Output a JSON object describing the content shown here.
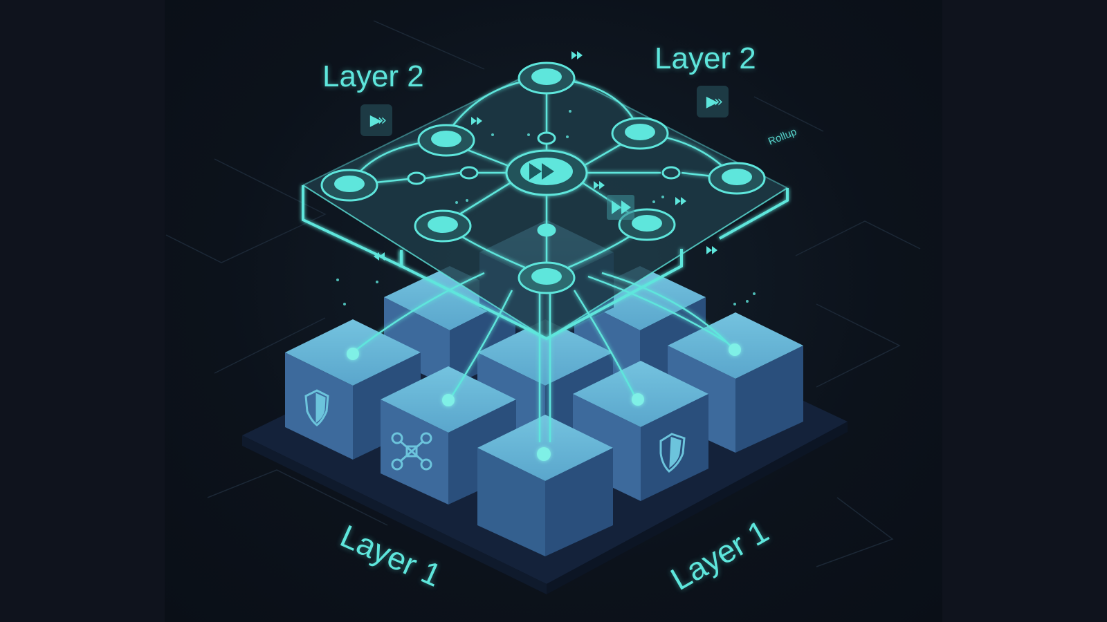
{
  "illustration": {
    "subject": "Layer 2 rollup network over Layer 1 blockchain blocks",
    "colors": {
      "background": "#0f131d",
      "accent_glow": "#5ee6dc",
      "cube_top": "#6cb8d8",
      "cube_side_light": "#3d6a9c",
      "cube_side_dark": "#2a4f7c",
      "base_plate": "#16263a",
      "platform_fill": "#1e3c48"
    }
  },
  "labels": {
    "layer2_left": "Layer 2",
    "layer2_right": "Layer 2",
    "rollup": "Rollup",
    "layer1_left": "Layer 1",
    "layer1_right": "Layer 1"
  },
  "icons": {
    "fast_forward_badge_left": "▶»",
    "fast_forward_badge_right": "▶»"
  },
  "layer2_platform": {
    "node_count": 9,
    "hub_icon": "fast-forward"
  },
  "layer1_blocks": {
    "count": 9,
    "icons": [
      "shield",
      "network",
      "shield"
    ]
  }
}
